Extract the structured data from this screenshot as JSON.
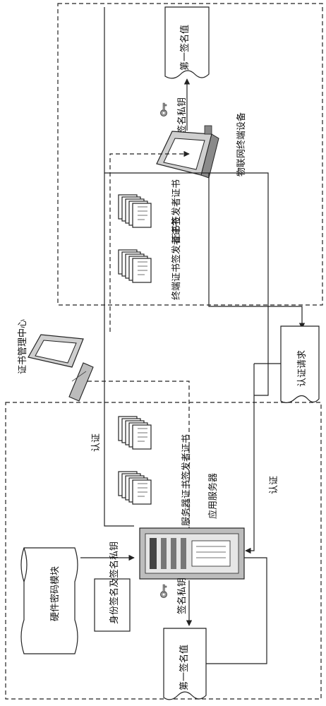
{
  "labels": {
    "first_sig_value_top": "第一签名值",
    "sign_private_key_top": "签名私钥",
    "iot_terminal_device": "物联网终端设备",
    "cert_signer_cert": "证书签发者证书",
    "terminal_cert_signer_cert": "终端证书签发者证书",
    "cert_management_center": "证书管理中心",
    "auth_request": "认证请求",
    "auth_left": "认证",
    "server_cert_signer_cert": "服务器证书签发者证书",
    "app_server": "应用服务器",
    "auth_right": "认证",
    "hardware_crypto_module": "硬件密码模块",
    "identity_sig_and_sign_key": "身份签名及签名私钥",
    "sign_private_key_bottom": "签名私钥",
    "first_sig_value_bottom": "第一签名值"
  }
}
